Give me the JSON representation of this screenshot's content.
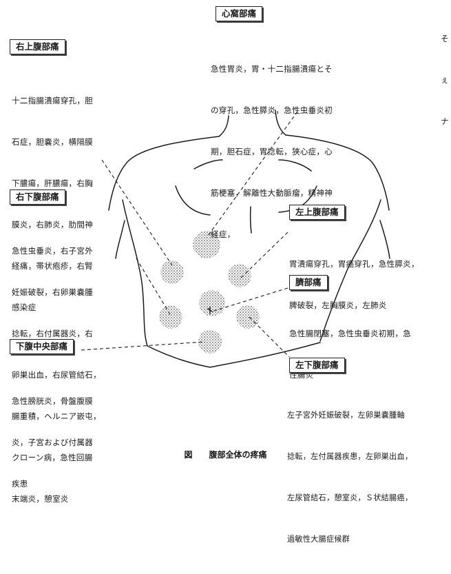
{
  "regions": {
    "epigastric": {
      "title": "心窩部痛",
      "lines": [
        "急性胃炎，胃・十二指腸潰瘍とそ",
        "の穿孔，急性膵炎，急性虫垂炎初",
        "期，胆石症，胃捻転，狭心症，心",
        "筋梗塞，解離性大動脈瘤，精神神",
        "経症，"
      ]
    },
    "right_upper": {
      "title": "右上腹部痛",
      "lines": [
        "十二指腸潰瘍穿孔，胆",
        "石症，胆嚢炎，横隔膜",
        "下膿瘍，肝膿瘍，右胸",
        "膜炎，右肺炎，肋間神",
        "経痛，帯状疱疹，右腎",
        "感染症"
      ]
    },
    "right_lower": {
      "title": "右下腹部痛",
      "lines": [
        "急性虫垂炎，右子宮外",
        "妊娠破裂，右卵巣嚢腫",
        "捻転，右付属器炎，右",
        "卵巣出血，右尿管結石，",
        "腸重積，ヘルニア嵌屯，",
        "クローン病，急性回腸",
        "末端炎，憩室炎"
      ]
    },
    "left_upper": {
      "title": "左上腹部痛",
      "lines": [
        "胃潰瘍穿孔，胃癌穿孔，急性膵炎，",
        "脾破裂，左胸膜炎，左肺炎"
      ]
    },
    "umbilical": {
      "title": "臍部痛",
      "lines": [
        "急性腸閉塞，急性虫垂炎初期，急",
        "性腸炎"
      ]
    },
    "suprapubic": {
      "title": "下腹中央部痛",
      "lines": [
        "急性膀胱炎，骨盤腹膜",
        "炎，子宮および付属器",
        "疾患"
      ]
    },
    "left_lower": {
      "title": "左下腹部痛",
      "lines": [
        "左子宮外妊娠破裂，左卵巣嚢腫軸",
        "捻転，左付属器疾患，左卵巣出血，",
        "左尿管結石，憩室炎，Ｓ状結腸癌，",
        "過敏性大腸症候群"
      ]
    }
  },
  "edge_fragments": [
    "そ",
    "ぇ",
    "ナ"
  ],
  "caption": "図　　腹部全体の疼痛",
  "colors": {
    "ink": "#1a1a1a",
    "background": "#ffffff"
  }
}
